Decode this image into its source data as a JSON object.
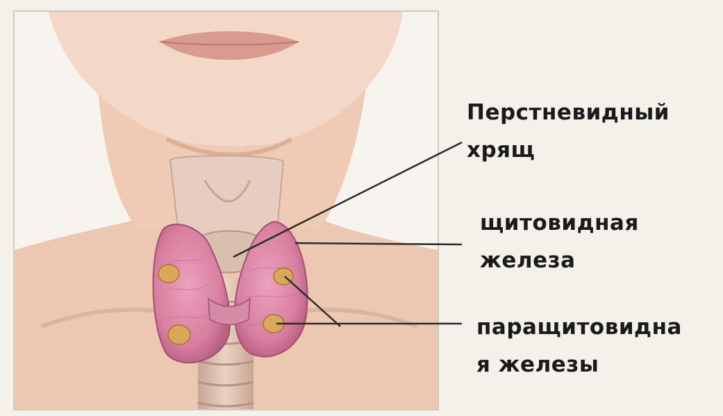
{
  "labels": {
    "cricoid": {
      "line1": "Перстневидный",
      "line2": "хрящ"
    },
    "thyroid": {
      "line1": "щитовидная",
      "line2": "железа"
    },
    "parathyroid": {
      "line1": "паращитовидна",
      "line2": "я железы"
    }
  },
  "colors": {
    "background": "#f4f1ea",
    "skin": "#eecdb7",
    "gland": "#d97fa0",
    "parathyroid": "#d9a85a",
    "leader_line": "#2a2a2a"
  }
}
